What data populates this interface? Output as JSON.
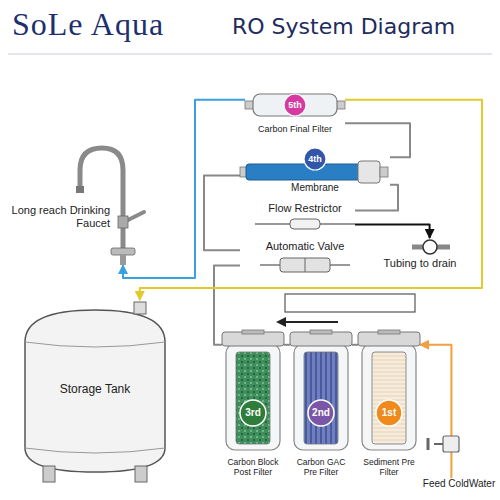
{
  "diagram": {
    "title": "RO System Diagram",
    "nodes": [
      {
        "text": [
          "Long reach Drinking Faucet"
        ]
      },
      {
        "text": [
          "5th",
          "Carbon Final Filter"
        ]
      },
      {
        "text": [
          "4th",
          "Membrane"
        ]
      },
      {
        "text": [
          "Flow Restrictor"
        ]
      },
      {
        "text": [
          "Tubing to drain"
        ]
      },
      {
        "text": [
          "Automatic Valve"
        ]
      },
      {
        "text": [
          "Storage Tank"
        ]
      },
      {
        "text": [
          "3rd",
          "Carbon Block Post Filter"
        ]
      },
      {
        "text": [
          "2nd",
          "Carbon GAC Pre Filter"
        ]
      },
      {
        "text": [
          "1st",
          "Sediment Pre Filter"
        ]
      },
      {
        "text": [
          "Feed ColdWater"
        ]
      }
    ],
    "edges": [
      {
        "from": 10,
        "to": 9,
        "arrow": "to"
      },
      {
        "from": 9,
        "to": 8,
        "arrow": "none"
      },
      {
        "from": 8,
        "to": 7,
        "arrow": "none"
      },
      {
        "from": 7,
        "to": 5,
        "arrow": "none"
      },
      {
        "from": 5,
        "to": 2,
        "arrow": "none"
      },
      {
        "from": 2,
        "to": 3,
        "arrow": "none"
      },
      {
        "from": 3,
        "to": 4,
        "arrow": "to"
      },
      {
        "from": 2,
        "to": 1,
        "arrow": "none"
      },
      {
        "from": 1,
        "to": 6,
        "arrow": "to"
      },
      {
        "from": 1,
        "to": 0,
        "arrow": "to"
      }
    ],
    "labels": [
      "SoLe Aqua"
    ]
  }
}
